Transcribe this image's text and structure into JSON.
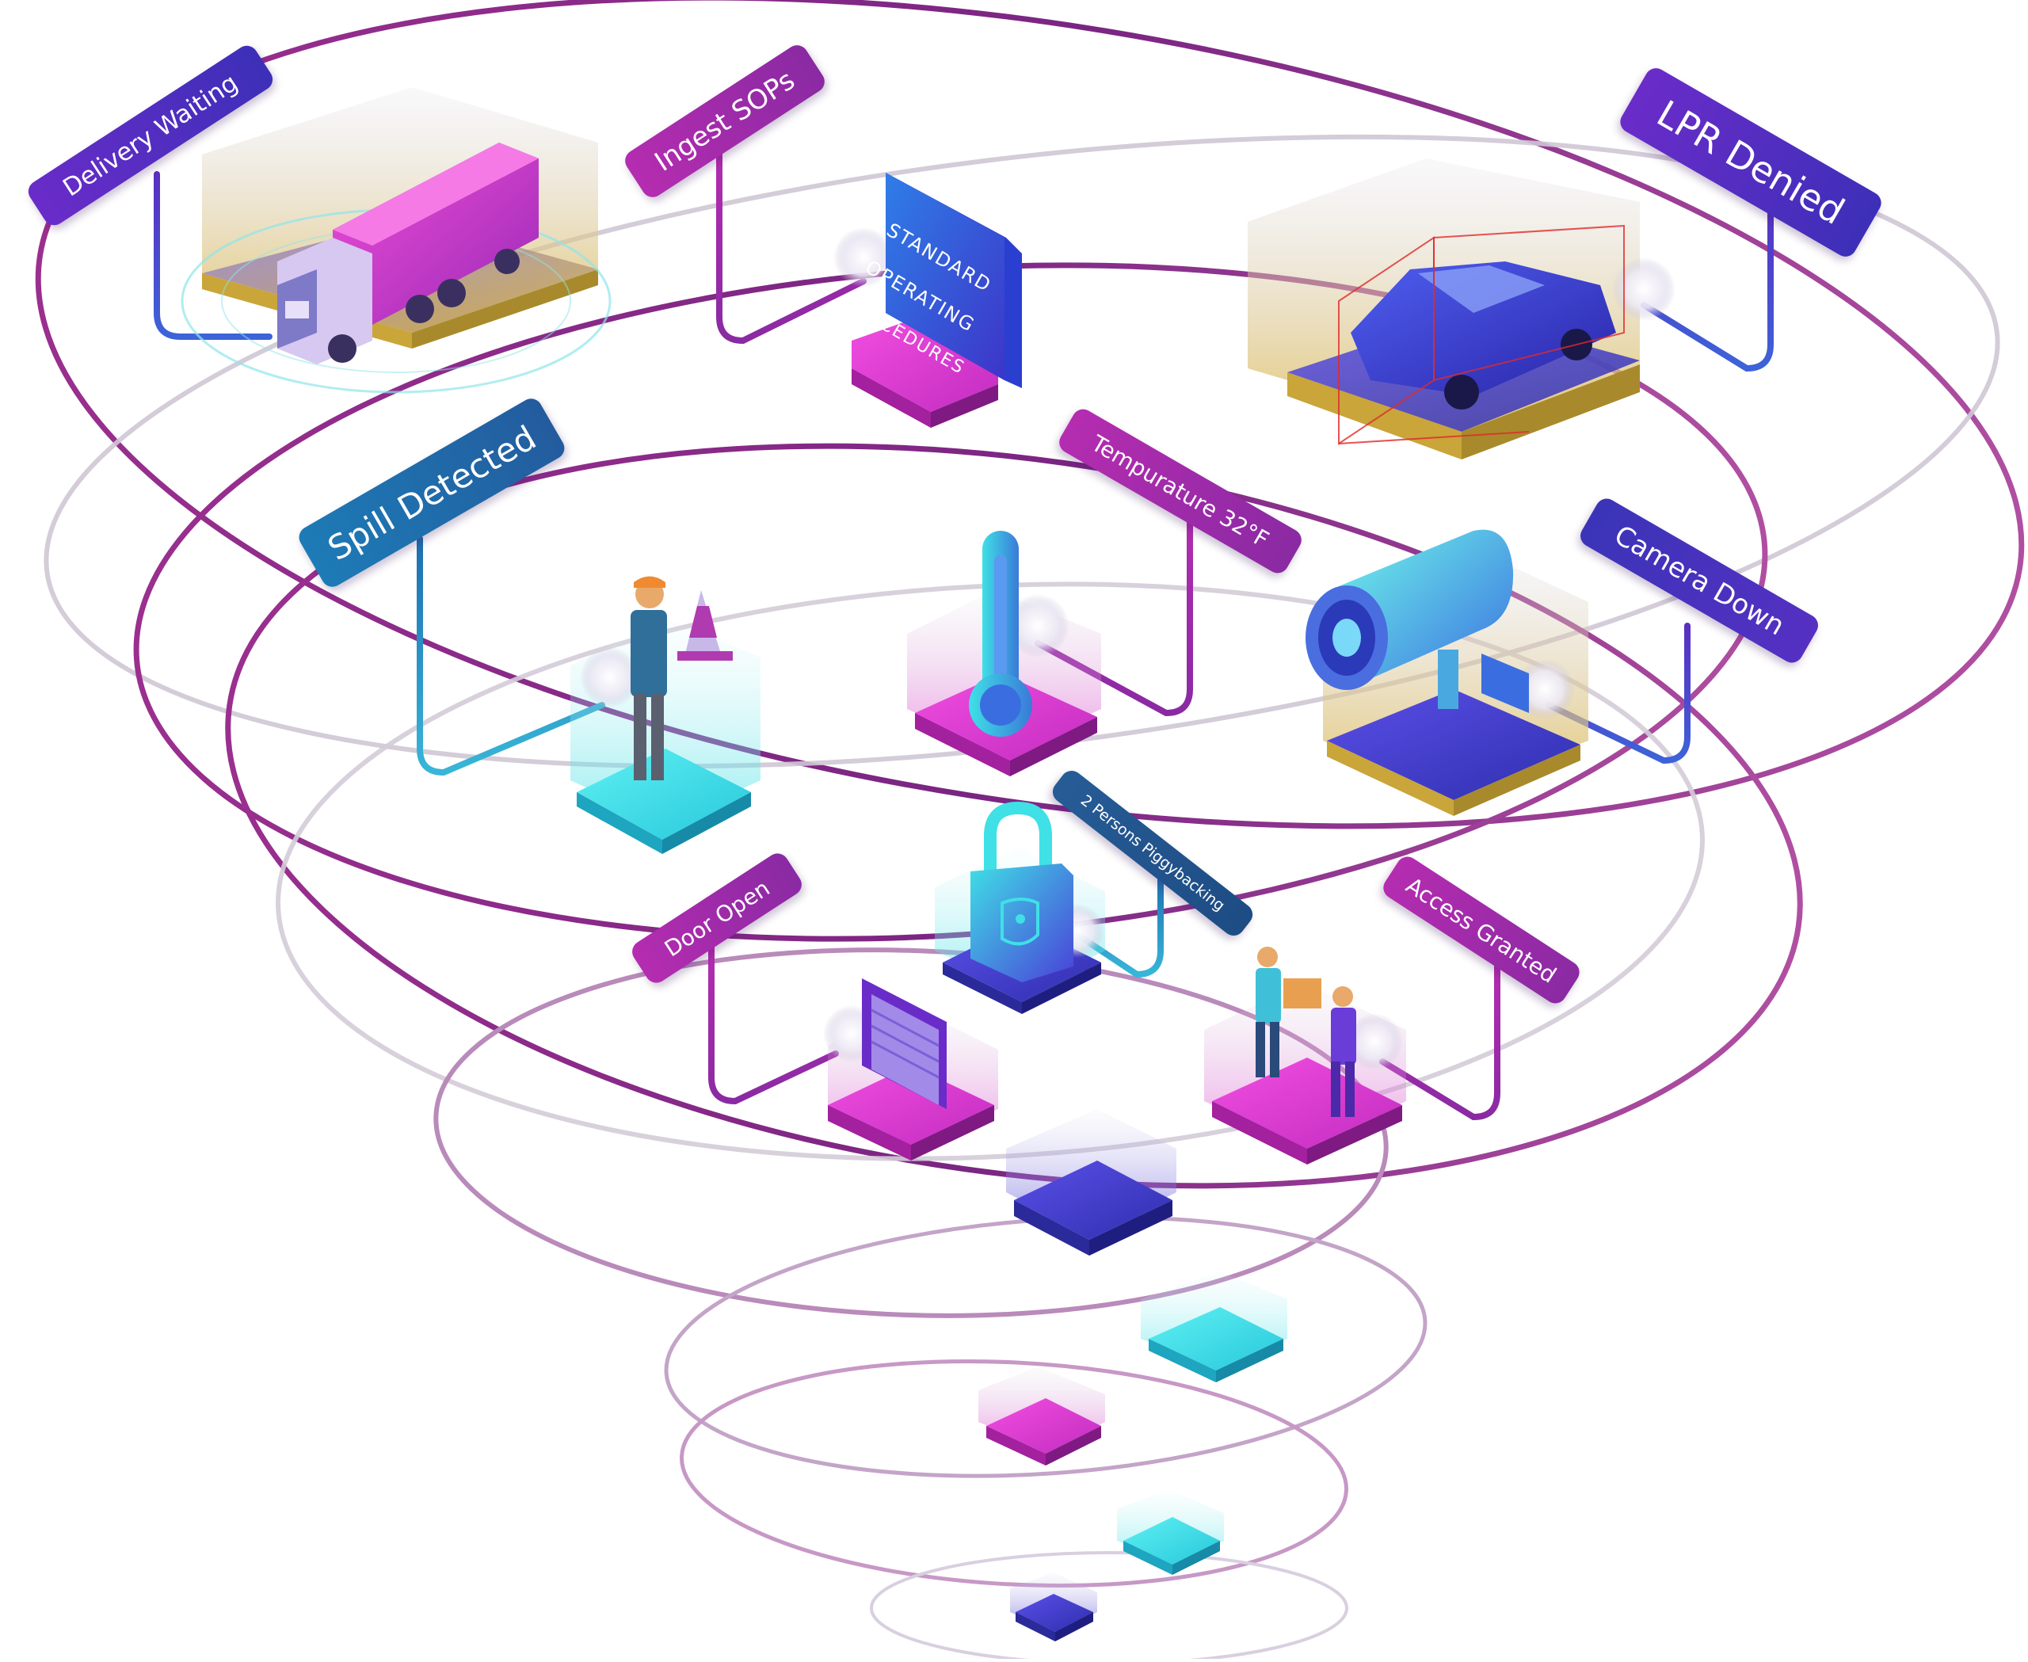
{
  "labels": {
    "delivery_waiting": "Delivery Waiting",
    "ingest_sops": "Ingest SOPs",
    "lpr_denied": "LPR Denied",
    "spill_detected": "Spill Detected",
    "temperature": "Tempurature 32°F",
    "camera_down": "Camera Down",
    "piggybacking": "2 Persons Piggybacking",
    "door_open": "Door Open",
    "access_granted": "Access Granted"
  },
  "sop_sign": {
    "line1": "STANDARD",
    "line2": "OPERATING",
    "line3": "PROCEDURES"
  },
  "icons": {
    "truck": "delivery-truck-icon",
    "sop": "sop-document-icon",
    "car": "car-icon",
    "worker": "worker-with-cone-icon",
    "thermometer": "thermometer-icon",
    "camera": "security-camera-icon",
    "lock": "padlock-icon",
    "door": "rolling-door-icon",
    "handoff": "package-handoff-icon"
  },
  "colors": {
    "magenta": "#c72fbd",
    "purple": "#5a2fc2",
    "indigo": "#3b34b8",
    "cyan": "#3fe0e6",
    "teal_blue": "#1d7bb6",
    "ring": "#8a2a8a"
  }
}
